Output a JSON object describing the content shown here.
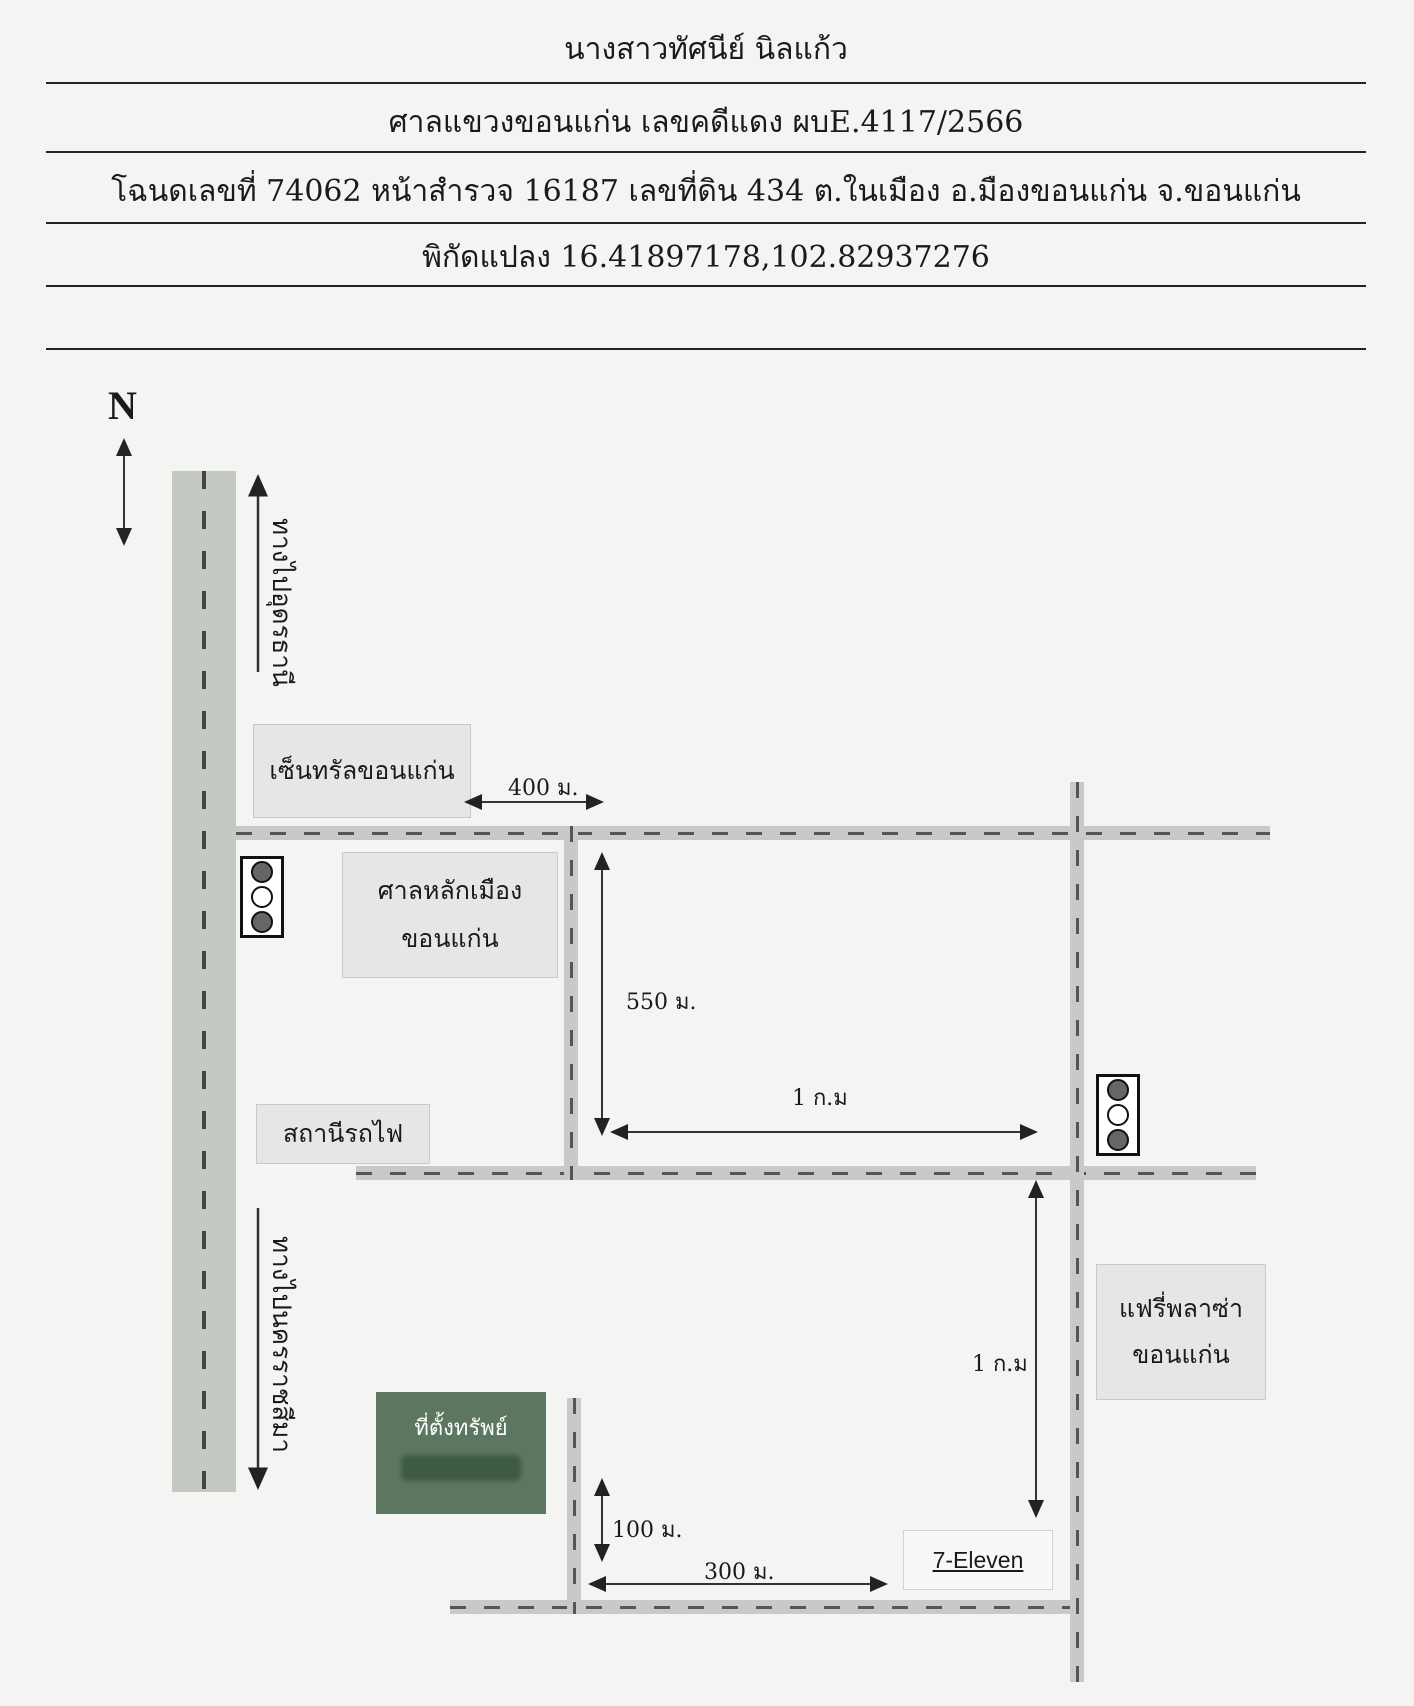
{
  "header": {
    "owner": "นางสาวทัศนีย์ นิลแก้ว",
    "court": "ศาลแขวงขอนแก่น เลขคดีแดง ผบE.4117/2566",
    "deed": "โฉนดเลขที่ 74062 หน้าสำรวจ 16187 เลขที่ดิน 434 ต.ในเมือง อ.มืองขอนแก่น จ.ขอนแก่น",
    "coords": "พิกัดแปลง 16.41897178,102.82937276"
  },
  "map": {
    "north": "N",
    "to_udon": "ทางไปอุดรธานี",
    "to_korat": "ทางไปนครราชสีมา",
    "central": "เซ็นทรัลขอนแก่น",
    "city_pillar_line1": "ศาลหลักเมือง",
    "city_pillar_line2": "ขอนแก่น",
    "station": "สถานีรถไฟ",
    "fairy_line1": "แฟรี่พลาซ่า",
    "fairy_line2": "ขอนแก่น",
    "seven": "7-Eleven",
    "property": "ที่ตั้งทรัพย์",
    "dist_400": "400 ม.",
    "dist_550": "550 ม.",
    "dist_1km_h": "1 ก.ม",
    "dist_1km_v": "1 ก.ม",
    "dist_100": "100 ม.",
    "dist_300": "300 ม."
  }
}
